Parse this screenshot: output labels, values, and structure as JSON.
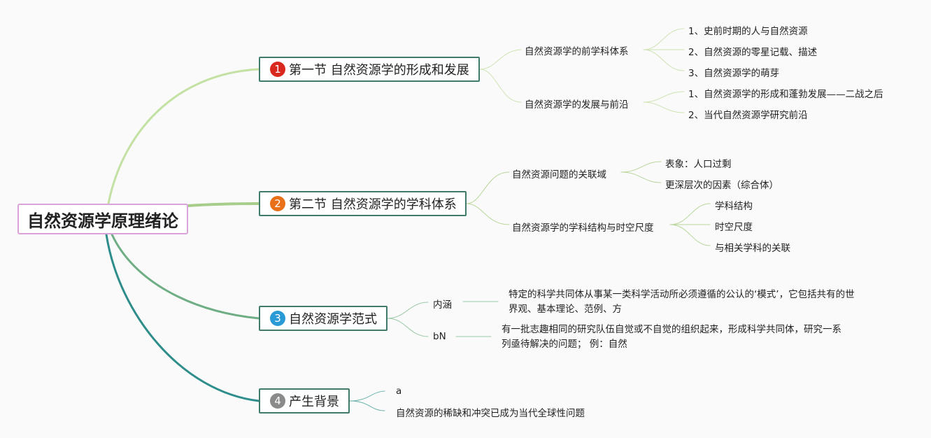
{
  "root": {
    "title": "自然资源学原理绪论"
  },
  "topics": [
    {
      "num": "1",
      "color": "#d9281e",
      "title": "第一节 自然资源学的形成和发展",
      "children": [
        {
          "label": "自然资源学的前学科体系",
          "children": [
            "1、史前时期的人与自然资源",
            "2、自然资源的零星记载、描述",
            "3、自然资源学的萌芽"
          ]
        },
        {
          "label": "自然资源学的发展与前沿",
          "children": [
            "1、自然资源学的形成和蓬勃发展——二战之后",
            "2、当代自然资源学研究前沿"
          ]
        }
      ]
    },
    {
      "num": "2",
      "color": "#e8701a",
      "title": "第二节 自然资源学的学科体系",
      "children": [
        {
          "label": "自然资源问题的关联域",
          "children": [
            "表象：人口过剩",
            "更深层次的因素（综合体）"
          ]
        },
        {
          "label": "自然资源学的学科结构与时空尺度",
          "children": [
            "学科结构",
            "时空尺度",
            "与相关学科的关联"
          ]
        }
      ]
    },
    {
      "num": "3",
      "color": "#2a9ad6",
      "title": "自然资源学范式",
      "children": [
        {
          "label": "内涵",
          "children": [
            "特定的科学共同体从事某一类科学活动所必须遵循的公认的‘模式’，它包括共有的世界观、基本理论、范例、方"
          ]
        },
        {
          "label": "bN",
          "children": [
            "有一批志趣相同的研究队伍自觉或不自觉的组织起来，形成科学共同体，研究一系列亟待解决的问题； 例：自然"
          ]
        }
      ]
    },
    {
      "num": "4",
      "color": "#8a8a8a",
      "title": "产生背景",
      "children": [
        {
          "label": "a",
          "children": []
        },
        {
          "label": "自然资源的稀缺和冲突已成为当代全球性问题",
          "children": []
        }
      ]
    }
  ],
  "colors": {
    "branch1": "#c3e1a3",
    "branch2": "#a6cd8a",
    "branch3": "#6fae85",
    "branch4": "#2e8d8a",
    "topic_border": "#3f7a6a",
    "root_border": "#d9a3d9"
  }
}
